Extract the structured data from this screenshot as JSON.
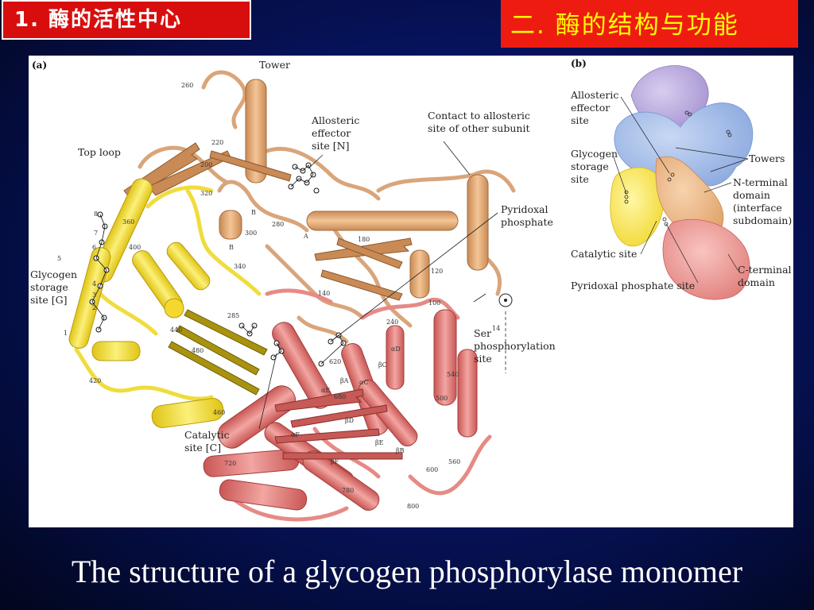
{
  "header": {
    "left_tag": "1. 酶的活性中心",
    "right_tag": "二. 酶的结构与功能"
  },
  "figure_a": {
    "panel": "(a)",
    "labels": {
      "tower": "Tower",
      "top_loop": "Top loop",
      "allosteric_1": "Allosteric",
      "allosteric_2": "effector",
      "allosteric_3": "site [N]",
      "contact_1": "Contact to allosteric",
      "contact_2": "site of other subunit",
      "pyridoxal_1": "Pyridoxal",
      "pyridoxal_2": "phosphate",
      "glycogen_1": "Glycogen",
      "glycogen_2": "storage",
      "glycogen_3": "site [G]",
      "catalytic_1": "Catalytic",
      "catalytic_2": "site [C]",
      "ser_1": "Ser",
      "ser_sup": "14",
      "ser_2": "phosphorylation",
      "ser_3": "site"
    },
    "residues": [
      "260",
      "220",
      "200",
      "320",
      "360",
      "400",
      "280",
      "300",
      "340",
      "180",
      "120",
      "140",
      "100",
      "240",
      "285",
      "440",
      "480",
      "420",
      "460",
      "620",
      "680",
      "540",
      "500",
      "720",
      "780",
      "600",
      "560",
      "800"
    ],
    "helix_tags": [
      "B",
      "B",
      "A",
      "αD",
      "βC",
      "αC",
      "αE",
      "βA",
      "βD",
      "αF",
      "βE",
      "βB",
      "βF"
    ],
    "glycogen_numbers": [
      "8",
      "7",
      "6",
      "5",
      "4",
      "3",
      "2",
      "1"
    ]
  },
  "figure_b": {
    "panel": "(b)",
    "labels": {
      "allosteric_1": "Allosteric",
      "allosteric_2": "effector",
      "allosteric_3": "site",
      "glycogen_1": "Glycogen",
      "glycogen_2": "storage",
      "glycogen_3": "site",
      "towers": "Towers",
      "nterm_1": "N-terminal",
      "nterm_2": "domain",
      "nterm_3": "(interface",
      "nterm_4": "subdomain)",
      "catalytic": "Catalytic site",
      "pyridoxal": "Pyridoxal phosphate site",
      "cterm_1": "C-terminal",
      "cterm_2": "domain"
    }
  },
  "caption": "The structure of a glycogen phosphorylase monomer",
  "colors": {
    "background": "#071565",
    "left_tag_bg": "#d80e0e",
    "right_tag_bg": "#ee1c10",
    "right_tag_text": "#ffff00",
    "domain_tan": "#e6a872",
    "domain_yellow": "#f4e230",
    "domain_red": "#e57a78",
    "domain_blue": "#9cb6e4",
    "domain_purple": "#b6a4d8"
  }
}
